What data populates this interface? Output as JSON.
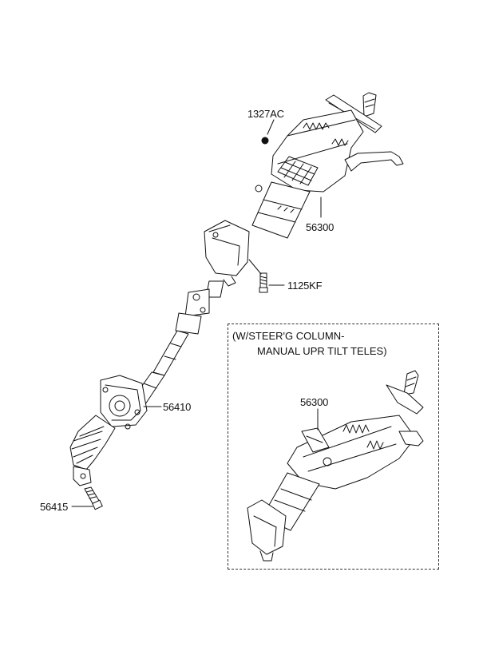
{
  "labels": {
    "p1327ac": "1327AC",
    "p56300_main": "56300",
    "p1125kf": "1125KF",
    "p56410": "56410",
    "p56415": "56415",
    "p56300_inset": "56300"
  },
  "inset": {
    "line1": "(W/STEER'G COLUMN-",
    "line2": "MANUAL UPR TILT TELES)"
  }
}
